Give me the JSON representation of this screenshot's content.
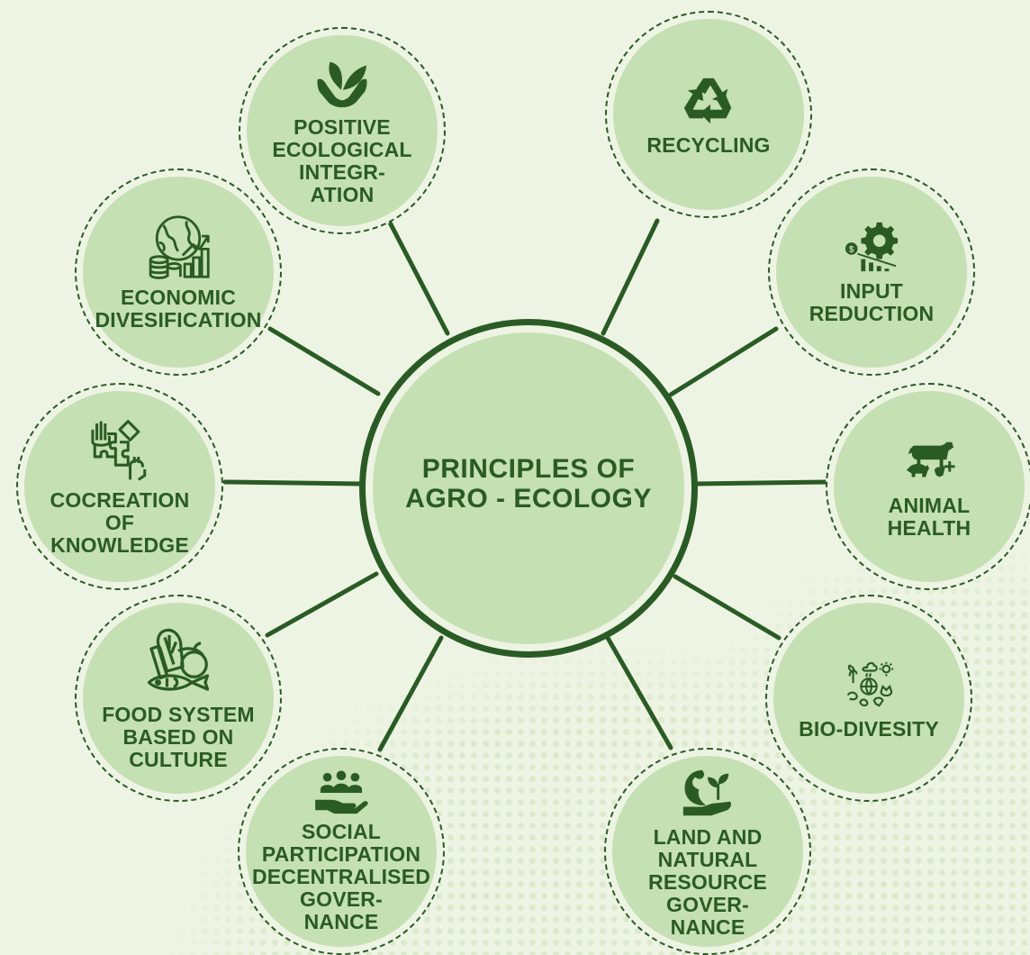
{
  "title": "PRINCIPLES OF\nAGRO - ECOLOGY",
  "colors": {
    "background": "#eef4e4",
    "circle_fill": "#c5e0b3",
    "dark_green": "#2a5b25",
    "dot_pattern": "#dce9cb"
  },
  "principles": [
    {
      "label": "POSITIVE\nECOLOGICAL\nINTEGR-\nATION",
      "icon": "hands-holding-plant-icon"
    },
    {
      "label": "RECYCLING",
      "icon": "recycle-icon"
    },
    {
      "label": "INPUT\nREDUCTION",
      "icon": "gear-dollar-decline-icon"
    },
    {
      "label": "ANIMAL\nHEALTH",
      "icon": "livestock-plus-icon"
    },
    {
      "label": "BIO-DIVESITY",
      "icon": "biodiversity-cluster-icon"
    },
    {
      "label": "LAND AND\nNATURAL\nRESOURCE\nGOVER-\nNANCE",
      "icon": "globe-in-hand-sprout-icon"
    },
    {
      "label": "SOCIAL\nPARTICIPATION\nDECENTRALISED\nGOVER-\nNANCE",
      "icon": "people-on-hand-icon"
    },
    {
      "label": "FOOD SYSTEM\nBASED ON\nCULTURE",
      "icon": "food-basket-icon"
    },
    {
      "label": "COCREATION\nOF\nKNOWLEDGE",
      "icon": "puzzle-hands-icon"
    },
    {
      "label": "ECONOMIC\nDIVESIFICATION",
      "icon": "globe-coins-growth-icon"
    }
  ]
}
